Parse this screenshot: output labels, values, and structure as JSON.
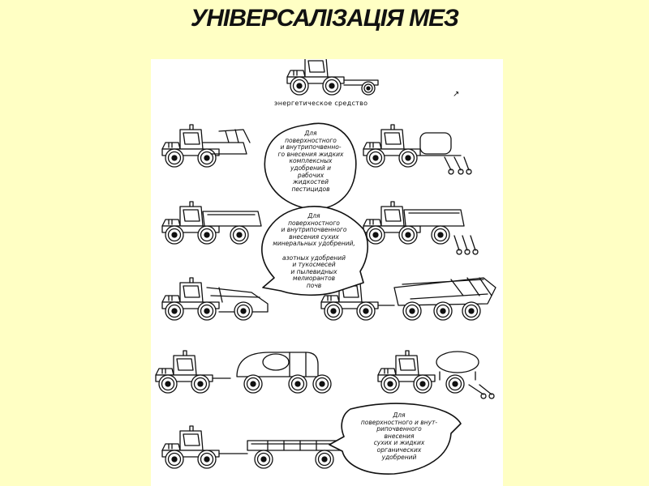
{
  "slide": {
    "title": "УНІВЕРСАЛІЗАЦІЯ МЕЗ"
  },
  "figure": {
    "caption": "энергетическое средство",
    "bubbles": [
      {
        "lines": [
          "Для",
          "поверхностного",
          "и внутрипочвенно-",
          "го внесения жидких",
          "комплексных",
          "удобрений и",
          "рабочих",
          "жидкостей",
          "пестицидов"
        ]
      },
      {
        "lines": [
          "Для",
          "поверхностного",
          "и внутрипочвенного",
          "внесения сухих",
          "минеральных удобрений,",
          "",
          "азотных удобрений",
          "и тукосмесей",
          "и пылевидных",
          "мелиорантов",
          "почв"
        ]
      },
      {
        "lines": [
          "Для",
          "поверхностного и внут-",
          "рипочвенного",
          "внесения",
          "сухих и жидких",
          "органических",
          "удобрений"
        ]
      }
    ]
  }
}
